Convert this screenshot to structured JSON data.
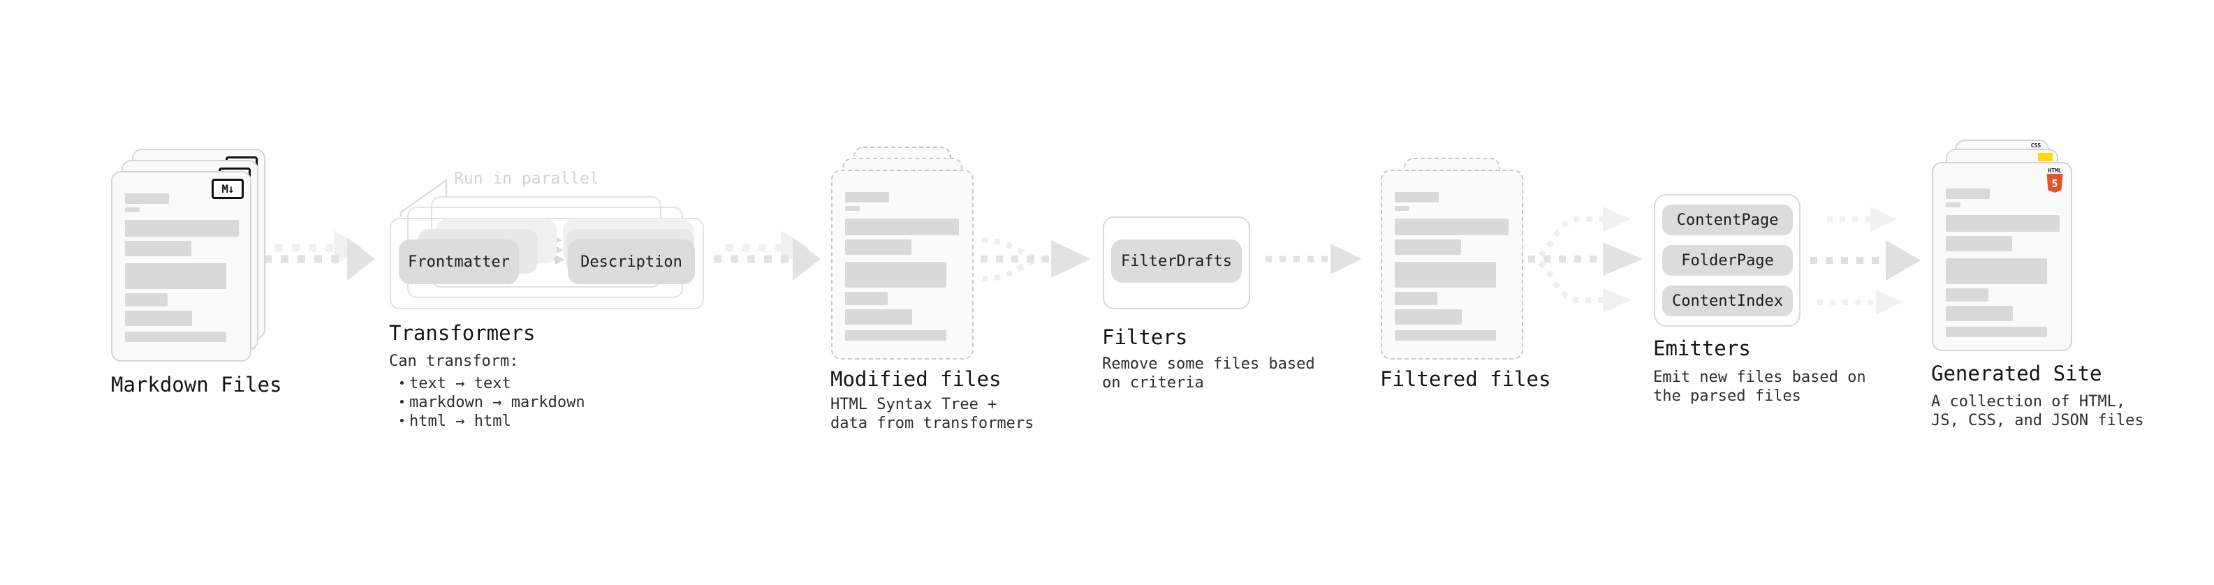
{
  "page": {
    "background": "#ffffff"
  },
  "colors": {
    "arrow_main": "#e2e2e2",
    "arrow_light": "#f1f1f1",
    "bar_fill": "#d9d9d9",
    "html5_orange": "#e5532a",
    "js_yellow": "#ffd900",
    "css_blue": "#2f62e9"
  },
  "pipeline": {
    "markdown_files": {
      "title": "Markdown Files",
      "icon_label": "M↓"
    },
    "transformers": {
      "title": "Transformers",
      "annotation": "Run in parallel",
      "pills": [
        "Frontmatter",
        "Description"
      ],
      "intro": "Can transform:",
      "bullets": [
        "text → text",
        "markdown → markdown",
        "html → html"
      ]
    },
    "modified_files": {
      "title": "Modified files",
      "subtitle_lines": [
        "HTML Syntax Tree +",
        "data from transformers"
      ]
    },
    "filters": {
      "title": "Filters",
      "pill": "FilterDrafts",
      "subtitle_lines": [
        "Remove some files based",
        "on criteria"
      ]
    },
    "filtered_files": {
      "title": "Filtered files"
    },
    "emitters": {
      "title": "Emitters",
      "pills": [
        "ContentPage",
        "FolderPage",
        "ContentIndex"
      ],
      "subtitle_lines": [
        "Emit new files based on",
        "the parsed files"
      ]
    },
    "generated_site": {
      "title": "Generated Site",
      "subtitle_lines": [
        "A collection of HTML,",
        "JS, CSS, and JSON files"
      ],
      "icons": {
        "css_label": "CSS",
        "html_label": "HTML",
        "html_five": "5"
      }
    }
  }
}
